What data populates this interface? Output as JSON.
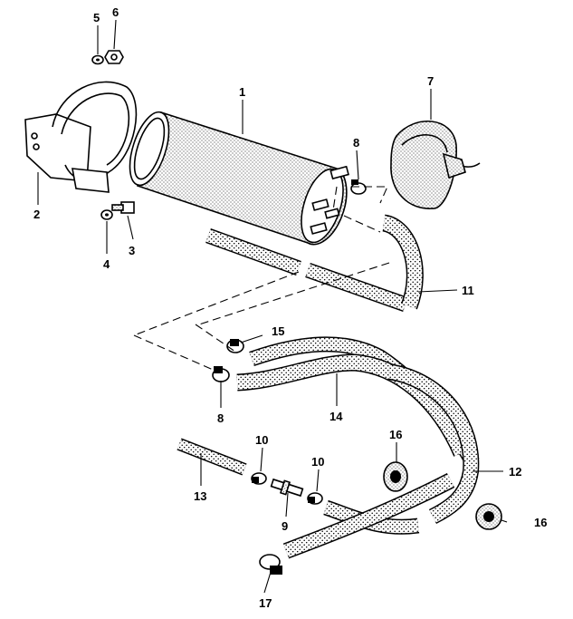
{
  "diagram": {
    "callouts": [
      "1",
      "2",
      "3",
      "4",
      "5",
      "6",
      "7",
      "8",
      "8",
      "9",
      "10",
      "10",
      "11",
      "12",
      "13",
      "14",
      "15",
      "16",
      "16",
      "17"
    ]
  },
  "colors": {
    "line": "#000000",
    "background": "#ffffff",
    "hose_dots": "#000000"
  }
}
